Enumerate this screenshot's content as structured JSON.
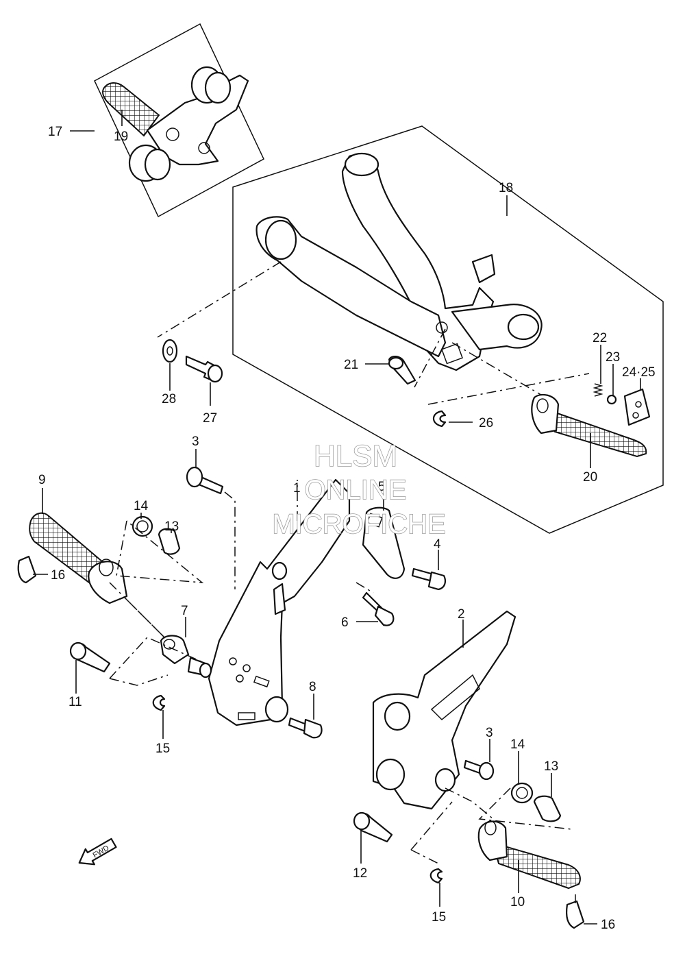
{
  "diagram": {
    "callouts": [
      {
        "id": "17",
        "text": "17"
      },
      {
        "id": "19",
        "text": "19"
      },
      {
        "id": "18",
        "text": "18"
      },
      {
        "id": "22",
        "text": "22"
      },
      {
        "id": "23",
        "text": "23"
      },
      {
        "id": "24-25",
        "text": "24·25"
      },
      {
        "id": "21",
        "text": "21"
      },
      {
        "id": "26",
        "text": "26"
      },
      {
        "id": "28",
        "text": "28"
      },
      {
        "id": "27",
        "text": "27"
      },
      {
        "id": "20",
        "text": "20"
      },
      {
        "id": "3a",
        "text": "3"
      },
      {
        "id": "9",
        "text": "9"
      },
      {
        "id": "14a",
        "text": "14"
      },
      {
        "id": "13a",
        "text": "13"
      },
      {
        "id": "5",
        "text": "5"
      },
      {
        "id": "4",
        "text": "4"
      },
      {
        "id": "16a",
        "text": "16"
      },
      {
        "id": "6",
        "text": "6"
      },
      {
        "id": "7",
        "text": "7"
      },
      {
        "id": "2",
        "text": "2"
      },
      {
        "id": "1",
        "text": "1"
      },
      {
        "id": "8",
        "text": "8"
      },
      {
        "id": "11",
        "text": "11"
      },
      {
        "id": "15a",
        "text": "15"
      },
      {
        "id": "3b",
        "text": "3"
      },
      {
        "id": "14b",
        "text": "14"
      },
      {
        "id": "13b",
        "text": "13"
      },
      {
        "id": "12",
        "text": "12"
      },
      {
        "id": "10",
        "text": "10"
      },
      {
        "id": "15b",
        "text": "15"
      },
      {
        "id": "16b",
        "text": "16"
      }
    ],
    "watermark": {
      "line1": "HLSM",
      "line2": "ONLINE",
      "line3": "MICROFICHE"
    },
    "direction_marker": "FWD"
  }
}
